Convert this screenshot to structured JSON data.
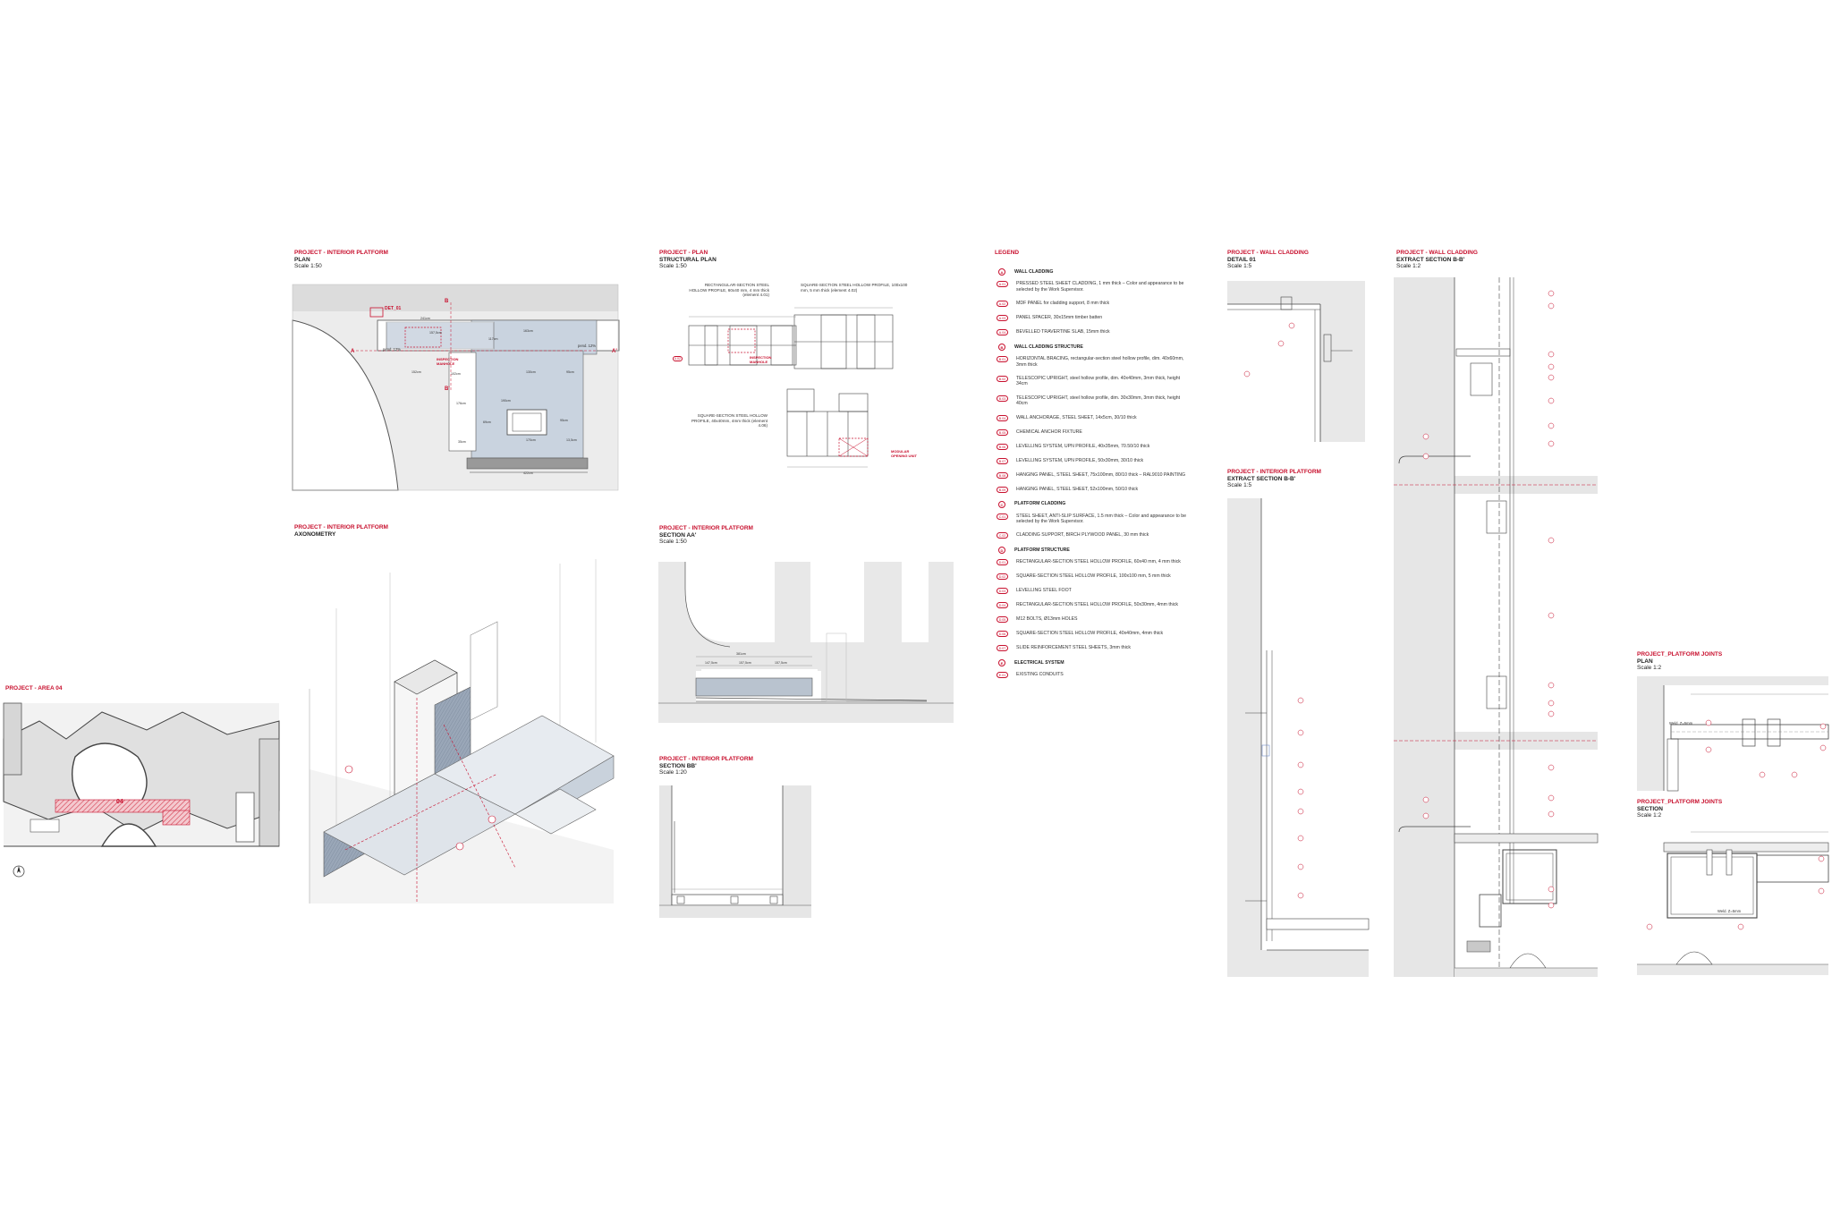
{
  "panels": {
    "area04": {
      "t1": "PROJECT - AREA 04",
      "label": "04"
    },
    "plan": {
      "t1": "PROJECT - INTERIOR PLATFORM",
      "t2": "PLAN",
      "t3": "Scale 1:50",
      "det": "DET_01",
      "inspection": "INSPECTION MANHOLE",
      "dims": [
        "241cm",
        "157,5cm",
        "163cm",
        "117cm",
        "130cm",
        "95cm",
        "190cm",
        "35cm",
        "69cm",
        "170cm",
        "13,5cm",
        "422cm",
        "152cm",
        "102cm",
        "95cm",
        "176cm"
      ],
      "slope1": "pend. 12%",
      "slope2": "pend. 12%",
      "markA": "A",
      "markA2": "A'",
      "markB": "B",
      "markB2": "B'"
    },
    "axo": {
      "t1": "PROJECT - INTERIOR PLATFORM",
      "t2": "AXONOMETRY"
    },
    "structural": {
      "t1": "PROJECT - PLAN",
      "t2": "STRUCTURAL PLAN",
      "t3": "Scale 1:50",
      "note1": "RECTANGULAR-SECTION STEEL HOLLOW PROFILE, 60x40 mm, 4 mm thick (element 4.01)",
      "note2": "SQUARE-SECTION STEEL HOLLOW PROFILE, 100x100 mm, 5 mm thick (element 4.02)",
      "note3": "SQUARE-SECTION STEEL HOLLOW PROFILE, 40x40mm, 4mm thick (element 4.06)",
      "inspection": "INSPECTION MANHOLE",
      "modular": "MODULAR OPENING UNIT",
      "code": "4.02"
    },
    "sectionAA": {
      "t1": "PROJECT - INTERIOR PLATFORM",
      "t2": "SECTION AA'",
      "t3": "Scale 1:50",
      "dims": [
        "381cm",
        "147,5cm",
        "157,5cm",
        "157,5cm"
      ]
    },
    "sectionBB": {
      "t1": "PROJECT - INTERIOR PLATFORM",
      "t2": "SECTION BB'",
      "t3": "Scale 1:20"
    },
    "legend": {
      "head": "LEGEND",
      "sections": [
        {
          "code": "A",
          "title": "WALL CLADDING",
          "items": [
            {
              "code": "A.01",
              "text": "PRESSED STEEL SHEET CLADDING, 1 mm thick – Color and appearance to be selected by the Work Supervisor."
            },
            {
              "code": "A.02",
              "text": "MDF PANEL for cladding support, 8 mm thick"
            },
            {
              "code": "A.03",
              "text": "PANEL SPACER, 30x15mm timber batten"
            },
            {
              "code": "A.04",
              "text": "BEVELLED TRAVERTINE SLAB, 15mm thick"
            }
          ]
        },
        {
          "code": "B",
          "title": "WALL CLADDING STRUCTURE",
          "items": [
            {
              "code": "B.01",
              "text": "HORIZONTAL BRACING, rectangular-section steel hollow profile, dim. 40x60mm, 3mm thick"
            },
            {
              "code": "B.02",
              "text": "TELESCOPIC UPRIGHT, steel hollow profile, dim. 40x40mm, 3mm thick, height 34cm"
            },
            {
              "code": "B.03",
              "text": "TELESCOPIC UPRIGHT, steel hollow profile, dim. 30x30mm, 3mm thick, height 40cm"
            },
            {
              "code": "B.04",
              "text": "WALL ANCHORAGE, STEEL SHEET, 14x5cm, 30/10 thick"
            },
            {
              "code": "B.05",
              "text": "CHEMICAL ANCHOR FIXTURE"
            },
            {
              "code": "B.06",
              "text": "LEVELLING SYSTEM, UPN PROFILE, 40x35mm, 70.50/10 thick"
            },
            {
              "code": "B.07",
              "text": "LEVELLING SYSTEM, UPN PROFILE, 50x30mm, 30/10 thick"
            },
            {
              "code": "B.08",
              "text": "HANGING PANEL, STEEL SHEET, 75x100mm, 80/10 thick – RAL9010 PAINTING"
            },
            {
              "code": "B.09",
              "text": "HANGING PANEL, STEEL SHEET, 52x100mm, 50/10 thick"
            }
          ]
        },
        {
          "code": "C",
          "title": "PLATFORM CLADDING",
          "items": [
            {
              "code": "C.01",
              "text": "STEEL SHEET, ANTI-SLIP SURFACE, 1.5 mm thick – Color and appearance to be selected by the Work Supervisor."
            },
            {
              "code": "C.02",
              "text": "CLADDING SUPPORT, BIRCH PLYWOOD PANEL, 30 mm thick"
            }
          ]
        },
        {
          "code": "D",
          "title": "PLATFORM STRUCTURE",
          "items": [
            {
              "code": "D.01",
              "text": "RECTANGULAR-SECTION STEEL HOLLOW PROFILE, 60x40 mm, 4 mm thick"
            },
            {
              "code": "D.02",
              "text": "SQUARE-SECTION STEEL HOLLOW PROFILE, 100x100 mm, 5 mm thick"
            },
            {
              "code": "D.03",
              "text": "LEVELLING STEEL FOOT"
            },
            {
              "code": "D.04",
              "text": "RECTANGULAR-SECTION STEEL HOLLOW PROFILE, 50x30mm, 4mm thick"
            },
            {
              "code": "D.05",
              "text": "M12 BOLTS, Ø13mm HOLES"
            },
            {
              "code": "D.06",
              "text": "SQUARE-SECTION STEEL HOLLOW PROFILE, 40x40mm, 4mm thick"
            },
            {
              "code": "D.07",
              "text": "SLIDE REINFORCEMENT STEEL SHEETS, 3mm thick"
            }
          ]
        },
        {
          "code": "E",
          "title": "ELECTRICAL SYSTEM",
          "items": [
            {
              "code": "E.01",
              "text": "EXISTING CONDUITS"
            }
          ]
        }
      ]
    },
    "detail01": {
      "t1": "PROJECT - WALL CLADDING",
      "t2": "DETAIL 01",
      "t3": "Scale 1:5"
    },
    "extractBB1": {
      "t1": "PROJECT - INTERIOR PLATFORM",
      "t2": "EXTRACT SECTION B-B'",
      "t3": "Scale 1:5"
    },
    "extractBB2": {
      "t1": "PROJECT - WALL CLADDING",
      "t2": "EXTRACT SECTION B-B'",
      "t3": "Scale 1:2"
    },
    "jointsPlan": {
      "t1": "PROJECT_PLATFORM JOINTS",
      "t2": "PLAN",
      "t3": "Scale 1:2",
      "weld": "Weld. Z=5mm"
    },
    "jointsSection": {
      "t1": "PROJECT_PLATFORM JOINTS",
      "t2": "SECTION",
      "t3": "Scale 1:2",
      "weld": "Weld. Z=5mm"
    }
  },
  "colors": {
    "accent": "#c8102e",
    "panel": "#e6e6e6",
    "platform": "#c9d3df",
    "ink": "#222222"
  }
}
